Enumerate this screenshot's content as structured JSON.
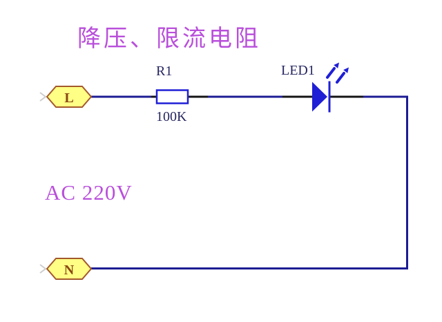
{
  "title": "降压、限流电阻",
  "source": {
    "label": "AC 220V"
  },
  "terminals": {
    "live": "L",
    "neutral": "N"
  },
  "resistor": {
    "designator": "R1",
    "value": "100K"
  },
  "led": {
    "designator": "LED1"
  },
  "colors": {
    "title_magenta": "#b94fdb",
    "wire_navy": "#1c1c94",
    "pin_black": "#151515",
    "component_blue": "#1f1fd6",
    "terminal_fill": "#ffff85",
    "terminal_border": "#a3582b",
    "terminal_text": "#8a4812",
    "label_navy": "#262660"
  }
}
